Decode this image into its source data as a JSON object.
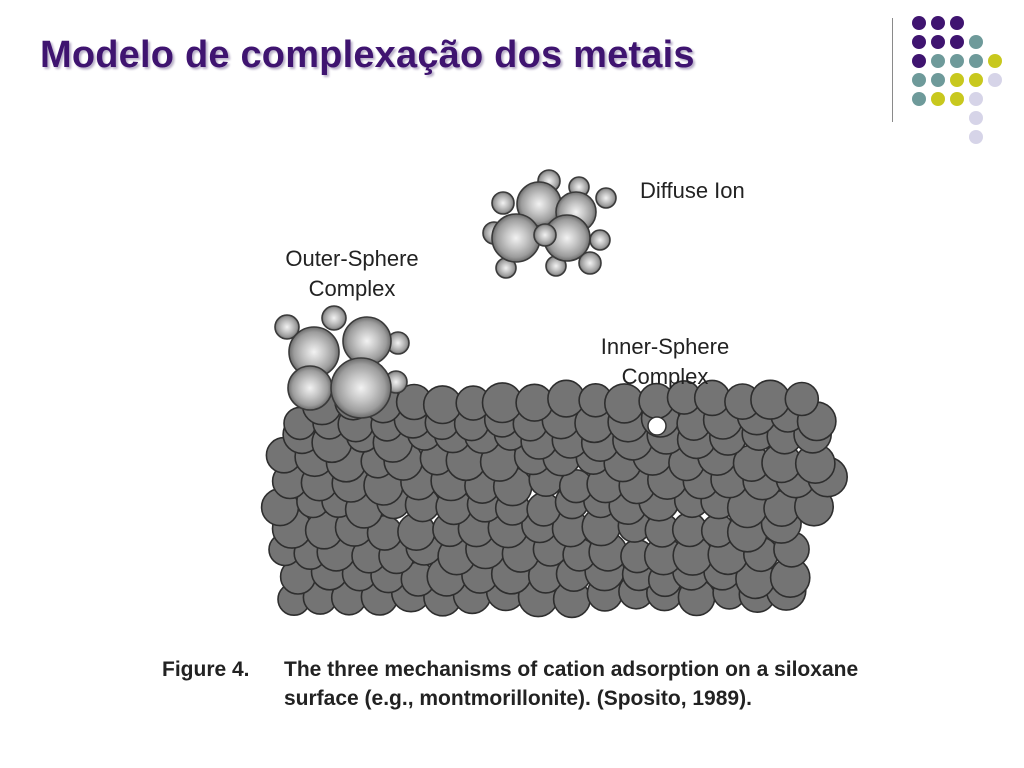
{
  "slide": {
    "title": "Modelo de complexação dos metais"
  },
  "theme": {
    "title_color": "#3f1470",
    "dot_colors": {
      "purple": "#3f1470",
      "teal": "#6e9a9a",
      "yellow": "#c8c81e",
      "lavender": "#d6d4e8"
    },
    "dot_grid": [
      [
        "purple",
        "purple",
        "purple",
        "",
        ""
      ],
      [
        "purple",
        "purple",
        "purple",
        "teal",
        ""
      ],
      [
        "purple",
        "teal",
        "teal",
        "teal",
        "yellow"
      ],
      [
        "teal",
        "teal",
        "yellow",
        "yellow",
        "lavender"
      ],
      [
        "teal",
        "yellow",
        "yellow",
        "lavender",
        ""
      ],
      [
        "",
        "",
        "",
        "lavender",
        ""
      ],
      [
        "",
        "",
        "",
        "lavender",
        ""
      ]
    ]
  },
  "figure": {
    "labels": {
      "diffuse": "Diffuse Ion",
      "outer_line1": "Outer-Sphere",
      "outer_line2": "Complex",
      "inner_line1": "Inner-Sphere",
      "inner_line2": "Complex"
    },
    "caption_lead": "Figure 4.",
    "caption_body": "The three mechanisms of cation adsorption on a siloxane surface (e.g., montmorillonite).  (Sposito, 1989)."
  }
}
